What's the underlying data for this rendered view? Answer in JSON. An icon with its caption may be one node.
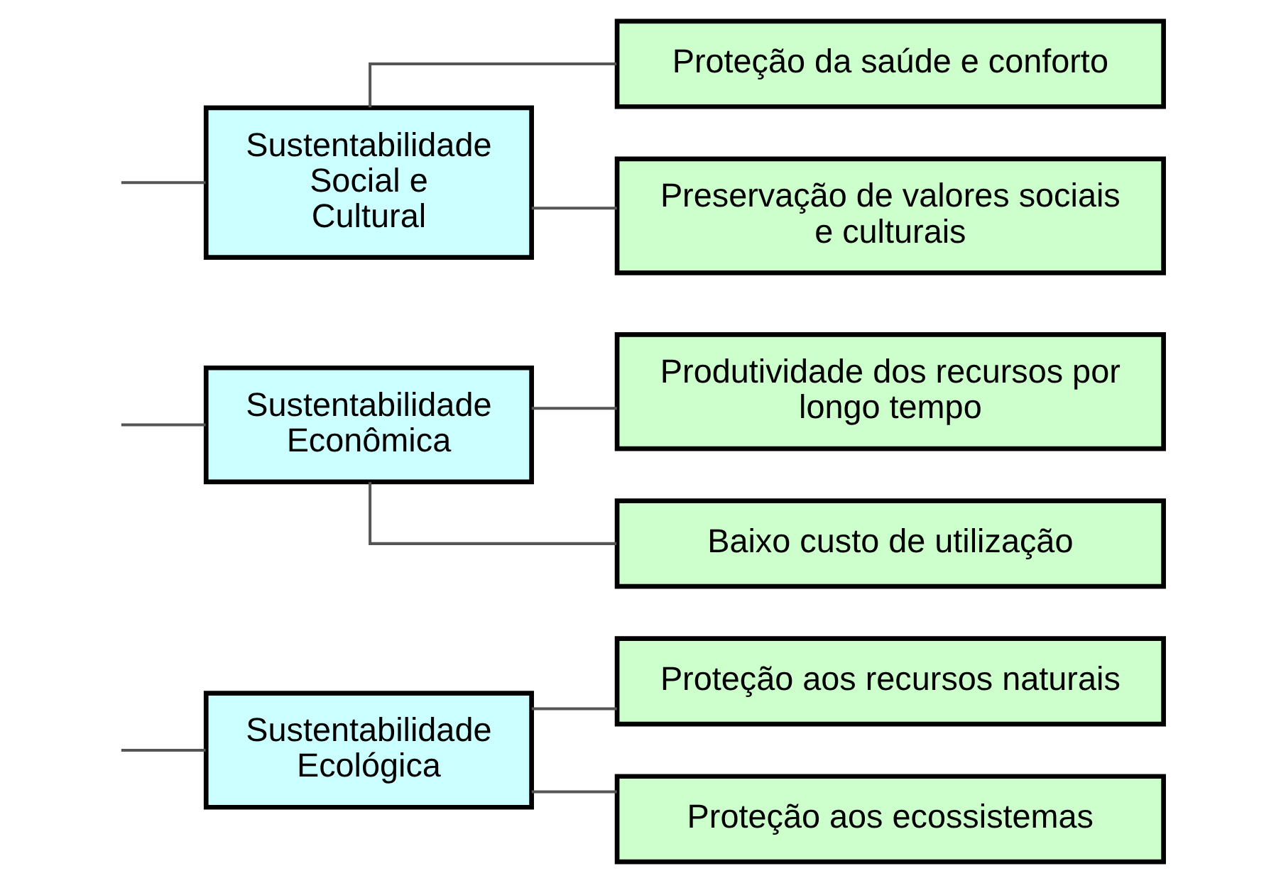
{
  "diagram": {
    "nodes": [
      {
        "text": [
          "Sustentabilidade Ecológica"
        ]
      },
      {
        "text": [
          "Proteção aos recursos naturais"
        ]
      },
      {
        "text": [
          "Proteção aos ecossistemas"
        ]
      },
      {
        "text": [
          "Sustentabilidade Econômica"
        ]
      },
      {
        "text": [
          "Produtividade dos recursos por longo tempo"
        ]
      },
      {
        "text": [
          "Baixo custo de utilização"
        ]
      },
      {
        "text": [
          "Sustentabilidade Social e Cultural"
        ]
      },
      {
        "text": [
          "Proteção da saúde e conforto"
        ]
      },
      {
        "text": [
          "Preservação de valores sociais e culturais"
        ]
      }
    ],
    "edges": [
      {
        "from": null,
        "to": 0,
        "arrow": "none"
      },
      {
        "from": 0,
        "to": 1,
        "arrow": "none"
      },
      {
        "from": 0,
        "to": 2,
        "arrow": "none"
      },
      {
        "from": null,
        "to": 3,
        "arrow": "none"
      },
      {
        "from": 3,
        "to": 4,
        "arrow": "none"
      },
      {
        "from": 3,
        "to": 5,
        "arrow": "none"
      },
      {
        "from": null,
        "to": 6,
        "arrow": "none"
      },
      {
        "from": 6,
        "to": 7,
        "arrow": "none"
      },
      {
        "from": 6,
        "to": 8,
        "arrow": "none"
      }
    ]
  }
}
